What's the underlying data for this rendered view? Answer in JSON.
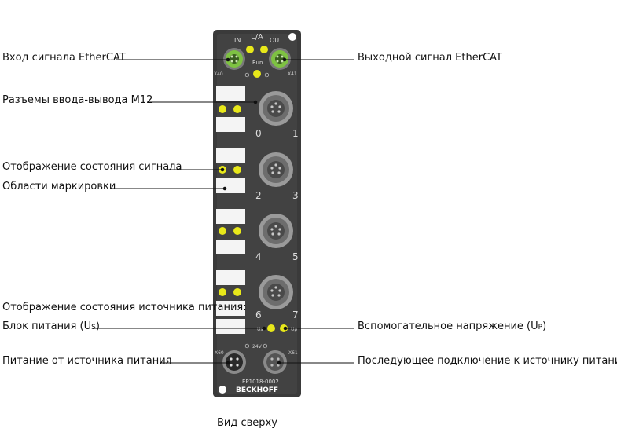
{
  "labels": {
    "ethercat_in": "Вход сигнала EtherCAT",
    "ethercat_out": "Выходной сигнал EtherCAT",
    "m12_connectors": "Разъемы ввода-вывода M12",
    "signal_status": "Отображение состояния сигнала",
    "marking_areas": "Области маркировки",
    "power_status": "Отображение состояния источника питания:",
    "power_us_prefix": "Блок питания (U",
    "power_us_sub": "S",
    "power_us_suffix": ")",
    "aux_up_prefix": "Вспомогательное напряжение (U",
    "aux_up_sub": "P",
    "aux_up_suffix": ")",
    "power_supply": "Питание от источника питания",
    "power_forward": "Последующее подключение к источнику питания"
  },
  "caption": "Вид сверху",
  "device": {
    "top_in": "IN",
    "top_la": "L/A",
    "top_out": "OUT",
    "run": "Run",
    "x40": "X40",
    "x41": "X41",
    "channel_numbers": [
      "0",
      "1",
      "2",
      "3",
      "4",
      "5",
      "6",
      "7"
    ],
    "us_label": "Us",
    "up_label": "Up",
    "v24": "24V",
    "x60": "X60",
    "x61": "X61",
    "model": "EP1018-0002",
    "brand": "BECKHOFF"
  },
  "colors": {
    "housing": "#3a3a3a",
    "led_yellow": "#e8e81a",
    "led_green": "#7ec242",
    "label_field": "#f4f4f4",
    "connector_metal": "#9a9a9a"
  }
}
